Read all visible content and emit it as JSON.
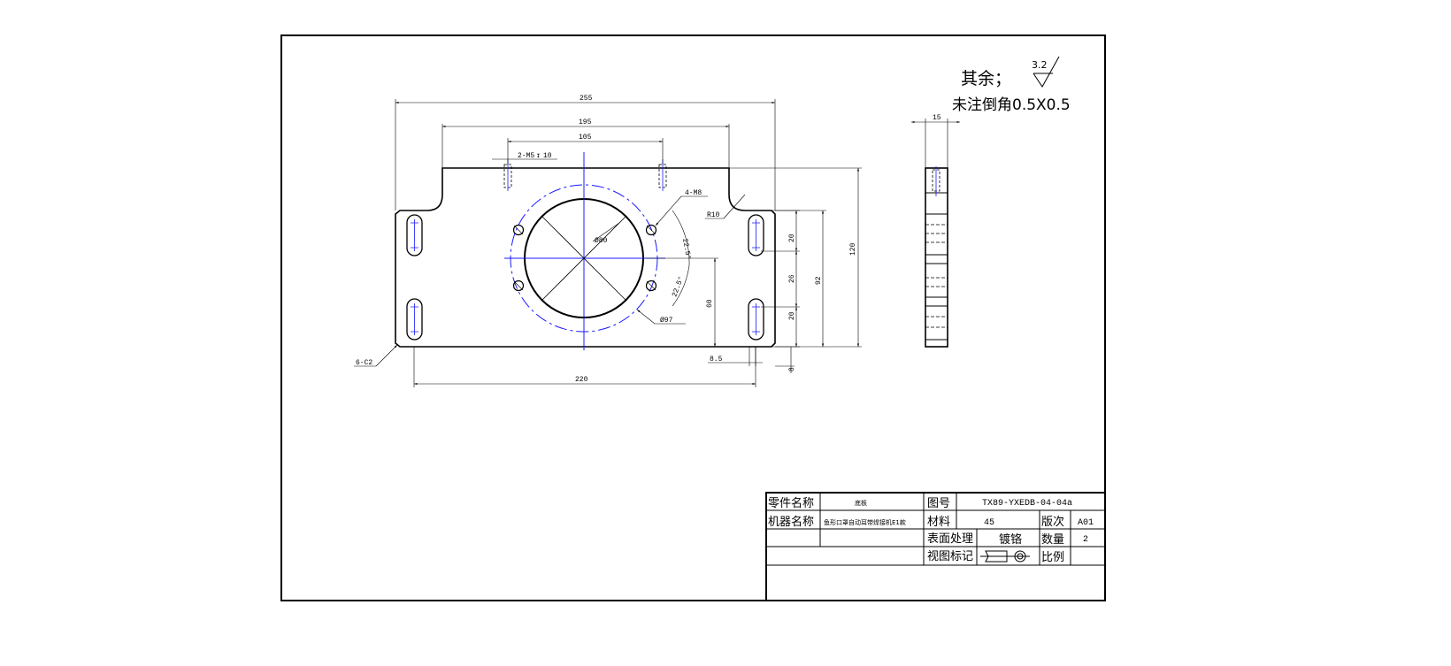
{
  "notes": {
    "roughness_label": "其余；",
    "roughness_value": "3.2",
    "chamfer_note": "未注倒角0.5X0.5"
  },
  "dimensions": {
    "overall_width": "255",
    "upper_width": "195",
    "hole_spacing_top": "105",
    "tapped_holes_top": "2-M5",
    "tapped_depth": "10",
    "bolt_holes": "4-M8",
    "bore_diameter": "Ø80",
    "bolt_circle_diameter": "Ø97",
    "corner_radius": "R10",
    "angle_upper": "22.5°",
    "angle_lower": "22.5°",
    "bore_center_height": "60",
    "slot_length_upper": "20",
    "slot_spacing": "26",
    "slot_length_lower": "20",
    "slot_outer_span": "92",
    "overall_height": "120",
    "slot_edge_offset": "8.5",
    "bottom_offset": "8",
    "slot_center_span": "220",
    "chamfers": "6-C2",
    "thickness": "15"
  },
  "title_block": {
    "part_name_label": "零件名称",
    "part_name_value": "底板",
    "drawing_no_label": "图号",
    "drawing_no_value": "TX89-YXEDB-04-04a",
    "machine_name_label": "机器名称",
    "machine_name_value": "鱼形口罩自动耳带焊接机E1款",
    "material_label": "材料",
    "material_value": "45",
    "revision_label": "版次",
    "revision_value": "A01",
    "surface_label": "表面处理",
    "surface_value": "镀铬",
    "quantity_label": "数量",
    "quantity_value": "2",
    "view_label": "视图标记",
    "scale_label": "比例",
    "scale_value": ""
  },
  "colors": {
    "outline": "#000000",
    "centerline": "#1a1aff"
  }
}
